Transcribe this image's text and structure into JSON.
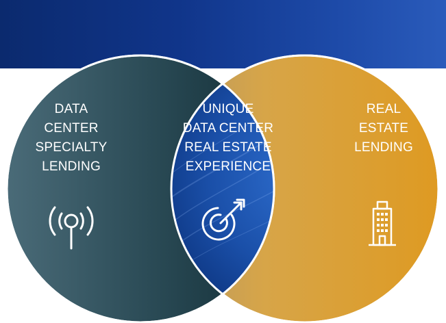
{
  "diagram": {
    "type": "venn",
    "circles": [
      {
        "id": "left",
        "lines": [
          "DATA",
          "CENTER",
          "SPECIALTY",
          "LENDING"
        ],
        "icon": "antenna-signal-icon",
        "color": "#2f4f5a"
      },
      {
        "id": "right",
        "lines": [
          "REAL",
          "ESTATE",
          "LENDING"
        ],
        "icon": "office-building-icon",
        "color": "#d3992f"
      }
    ],
    "intersection": {
      "lines": [
        "UNIQUE",
        "DATA CENTER",
        "REAL ESTATE",
        "EXPERIENCE"
      ],
      "icon": "target-arrow-icon",
      "color": "#1a4fa8"
    },
    "colors": {
      "band": "#10358a",
      "left_circle_dark": "#17343c",
      "right_circle_light": "#d9a84a",
      "intersection_blue": "#1b55b4"
    }
  }
}
